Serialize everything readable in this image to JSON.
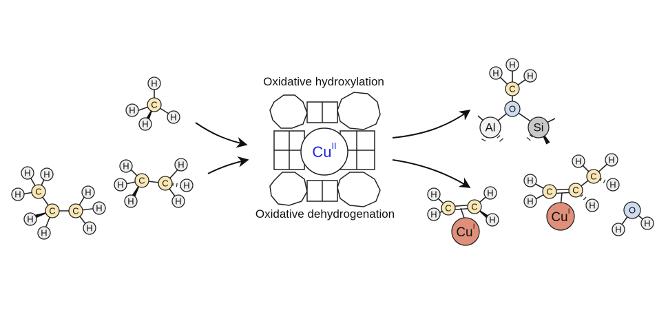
{
  "labels": {
    "top": "Oxidative hydroxylation",
    "bottom": "Oxidative dehydrogenation",
    "center_metal": "Cu",
    "center_oxidation": "II"
  },
  "atoms": {
    "H": "H",
    "C": "C",
    "O": "O",
    "Al": "Al",
    "Si": "Si",
    "Cu": "Cu",
    "cu_oxidation": "I"
  },
  "colors": {
    "carbon": "#f9e7b5",
    "hydrogen": "#eeeeee",
    "oxygen": "#cfdcef",
    "al": "#f2f2f2",
    "si": "#c9c9c9",
    "copper": "#e0907a",
    "center_text": "#1c28d8"
  }
}
